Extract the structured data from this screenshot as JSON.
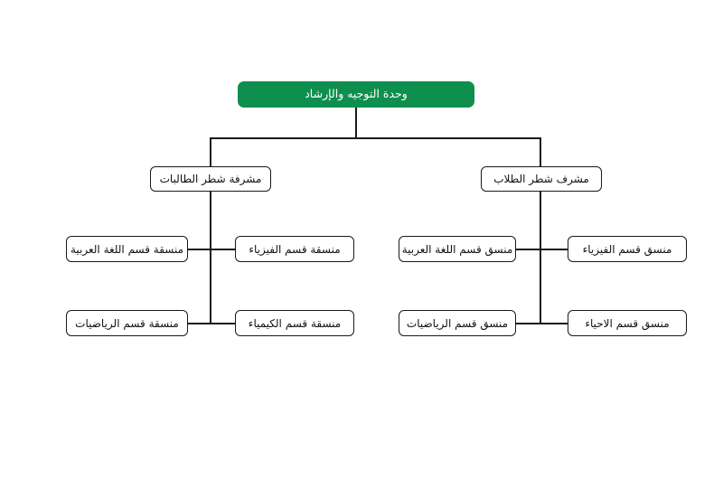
{
  "diagram": {
    "title_text": "وحدة التوجيه والإرشاد",
    "colors": {
      "root_fill": "#0f8f4e",
      "root_text": "#ffffff",
      "box_fill": "#ffffff",
      "box_border": "#1a1a1a",
      "connector": "#1a1a1a",
      "background": "#ffffff"
    },
    "root": {
      "label": "وحدة التوجيه والإرشاد"
    },
    "branches": [
      {
        "id": "female-section",
        "supervisor": "مشرفة شطر الطالبات",
        "coordinators": [
          "منسقة قسم اللغة العربية",
          "منسقة قسم الفيزياء",
          "منسقة قسم الرياضيات",
          "منسقة قسم الكيمياء"
        ]
      },
      {
        "id": "male-section",
        "supervisor": "مشرف شطر الطلاب",
        "coordinators": [
          "منسق قسم اللغة العربية",
          "منسق قسم الفيزياء",
          "منسق قسم الرياضيات",
          "منسق قسم الاحياء"
        ]
      }
    ]
  }
}
